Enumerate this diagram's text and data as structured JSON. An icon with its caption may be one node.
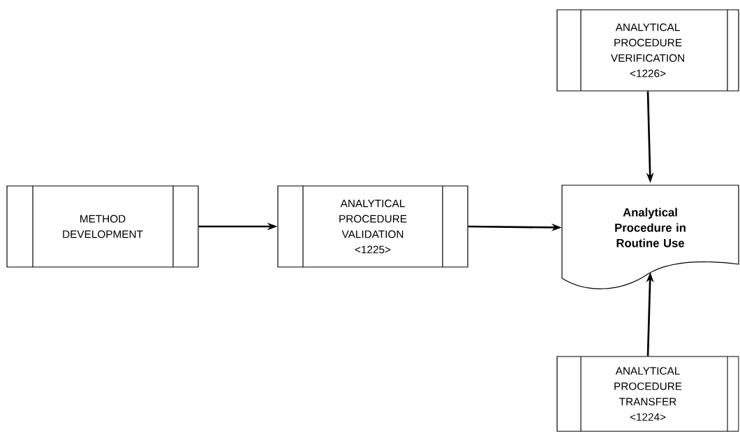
{
  "diagram": {
    "nodes": [
      {
        "text": [
          "ANALYTICAL PROCEDURE VERIFICATION <1226>"
        ]
      },
      {
        "text": [
          "METHOD DEVELOPMENT"
        ]
      },
      {
        "text": [
          "ANALYTICAL PROCEDURE VALIDATION <1225>"
        ]
      },
      {
        "text": [
          "Analytical Procedure in Routine Use"
        ]
      },
      {
        "text": [
          "ANALYTICAL PROCEDURE TRANSFER <1224>"
        ]
      }
    ],
    "edges": [
      {
        "from": 1,
        "to": 2,
        "arrow": "to"
      },
      {
        "from": 2,
        "to": 3,
        "arrow": "to"
      },
      {
        "from": 0,
        "to": 3,
        "arrow": "to"
      },
      {
        "from": 4,
        "to": 3,
        "arrow": "to"
      }
    ]
  }
}
